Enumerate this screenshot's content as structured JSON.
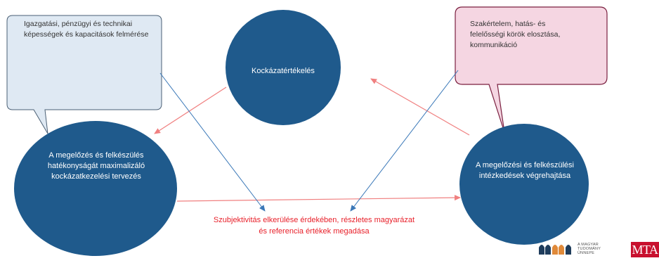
{
  "nodes": {
    "risk_assessment": "Kockázatértékelés",
    "risk_planning": "A megelőzés és felkészülés hatékonyságát maximalizáló kockázatkezelési tervezés",
    "implementation": "A megelőzési és felkészülési intézkedések végrehajtása"
  },
  "callouts": {
    "left": "Igazgatási, pénzügyi és technikai képességek és kapacitások felmérése",
    "right": "Szakértelem, hatás- és felelősségi körök elosztása, kommunikáció"
  },
  "annotation": "Szubjektivitás elkerülése érdekében, részletes magyarázat és referencia értékek megadása",
  "logo": {
    "name_line1": "A MAGYAR",
    "name_line2": "TUDOMÁNY",
    "name_line3": "ÜNNEPE",
    "mta": "MTA"
  },
  "colors": {
    "circle": "#1f5a8c",
    "left_callout": "#dfe9f3",
    "right_callout": "#f5d6e2",
    "red_arrow": "#f08080",
    "blue_arrow": "#3a78b8",
    "annotation": "#e8202a"
  }
}
